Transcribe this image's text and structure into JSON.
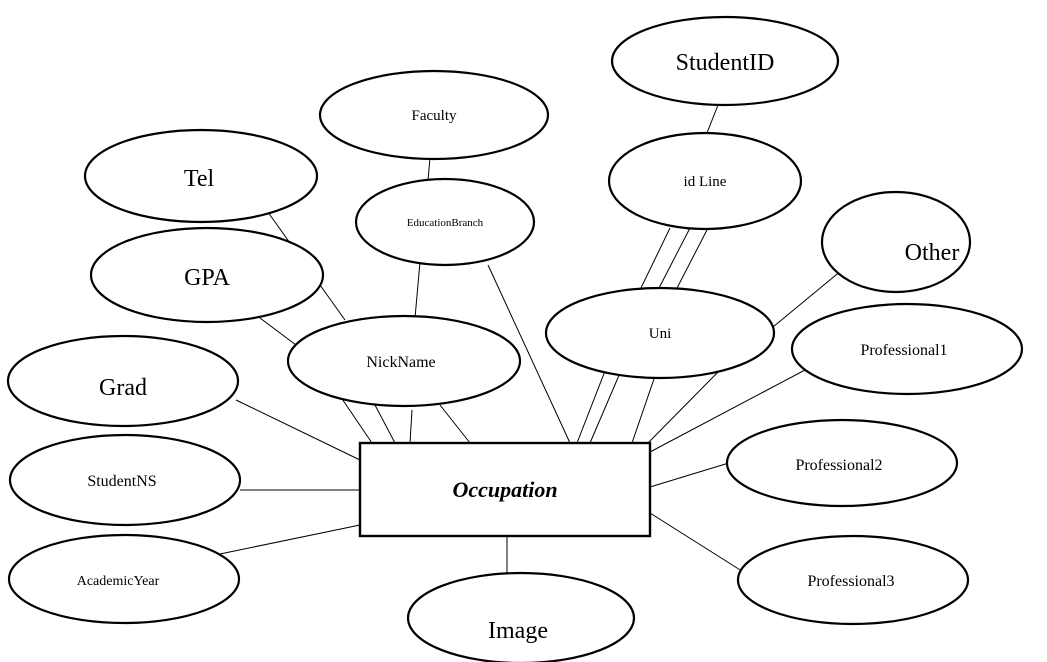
{
  "entity": {
    "name": "Occupation"
  },
  "attributes": [
    {
      "id": "studentid",
      "label": "StudentID"
    },
    {
      "id": "faculty",
      "label": "Faculty"
    },
    {
      "id": "tel",
      "label": "Tel"
    },
    {
      "id": "idline",
      "label": "id Line"
    },
    {
      "id": "educationbranch",
      "label": "EducationBranch"
    },
    {
      "id": "gpa",
      "label": "GPA"
    },
    {
      "id": "other",
      "label": "Other"
    },
    {
      "id": "uni",
      "label": "Uni"
    },
    {
      "id": "nickname",
      "label": "NickName"
    },
    {
      "id": "professional1",
      "label": "Professional1"
    },
    {
      "id": "grad",
      "label": "Grad"
    },
    {
      "id": "studentns",
      "label": "StudentNS"
    },
    {
      "id": "professional2",
      "label": "Professional2"
    },
    {
      "id": "academicyear",
      "label": "AcademicYear"
    },
    {
      "id": "professional3",
      "label": "Professional3"
    },
    {
      "id": "image",
      "label": "Image"
    }
  ]
}
